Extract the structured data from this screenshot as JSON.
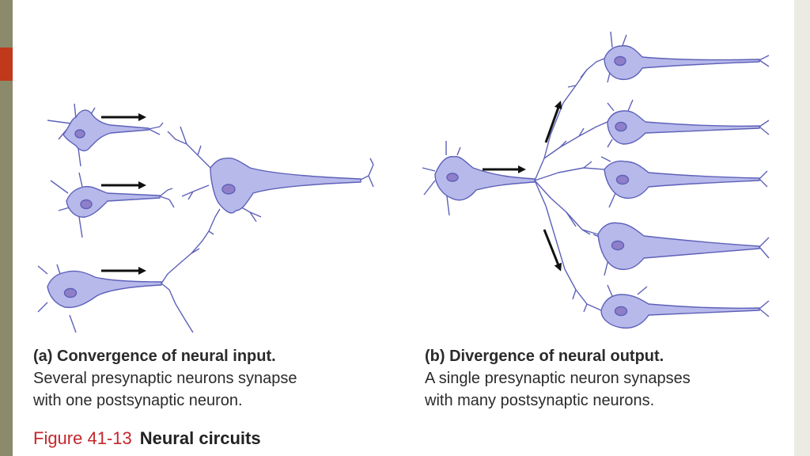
{
  "colors": {
    "neuron_fill": "#b6b9ea",
    "neuron_stroke": "#5e61b8",
    "nucleus_fill": "#8f7fc8",
    "arrow": "#111111",
    "figure_number": "#c4272c",
    "accent_bar": "#c0391b",
    "side_bar": "#8b8a6a"
  },
  "caption_a": {
    "title": "(a) Convergence of neural input.",
    "line1": "Several presynaptic neurons synapse",
    "line2": "with one postsynaptic neuron."
  },
  "caption_b": {
    "title": "(b) Divergence of neural output.",
    "line1": "A single presynaptic neuron synapses",
    "line2": "with many postsynaptic neurons."
  },
  "figure": {
    "number": "Figure 41-13",
    "title": "Neural circuits"
  }
}
